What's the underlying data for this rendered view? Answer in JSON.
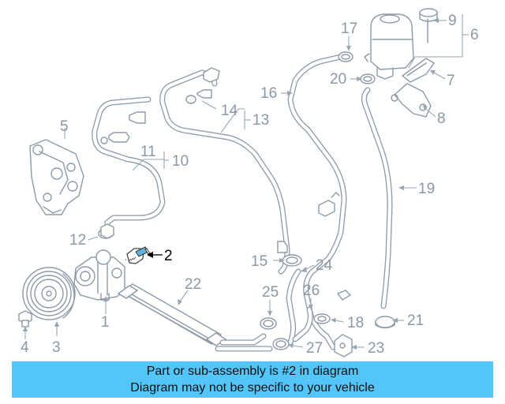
{
  "callouts": [
    "1",
    "2",
    "3",
    "4",
    "5",
    "6",
    "7",
    "8",
    "9",
    "10",
    "11",
    "12",
    "13",
    "14",
    "15",
    "16",
    "17",
    "18",
    "19",
    "20",
    "21",
    "22",
    "23",
    "24",
    "25",
    "26",
    "27"
  ],
  "highlight": "2",
  "banner": {
    "line1": "Part or sub-assembly is #2 in diagram",
    "line2": "Diagram may not be specific to your vehicle"
  },
  "colors": {
    "banner_bg": "#54c5f8",
    "line_art": "#8d9aa8",
    "highlight": "#000000"
  }
}
